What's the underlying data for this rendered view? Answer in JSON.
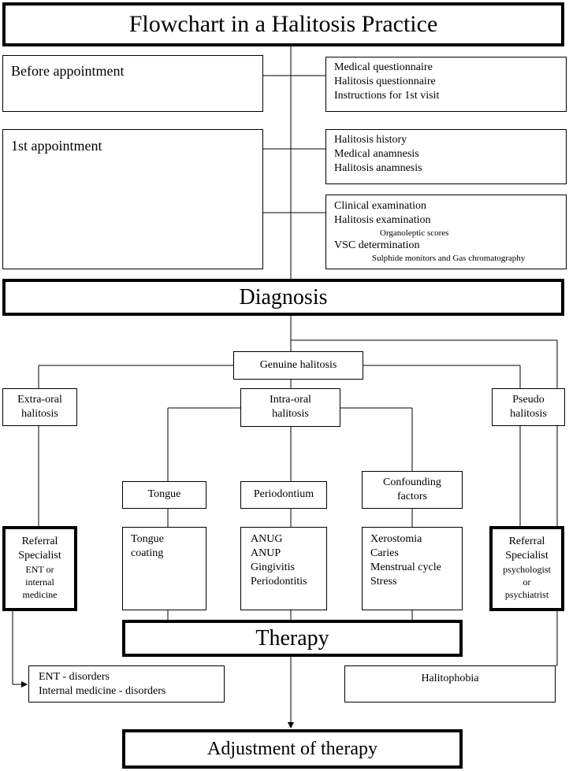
{
  "title": "Flowchart in a Halitosis Practice",
  "before": {
    "label": "Before appointment",
    "items": [
      "Medical questionnaire",
      "Halitosis questionnaire",
      "Instructions for 1st visit"
    ]
  },
  "first": {
    "label": "1st appointment",
    "history": [
      "Halitosis history",
      "Medical anamnesis",
      "Halitosis anamnesis"
    ],
    "exam": {
      "clinical": "Clinical examination",
      "halitosis": "Halitosis examination",
      "organoleptic": "Organoleptic scores",
      "vsc": "VSC determination",
      "monitors": "Sulphide monitors and Gas chromatography"
    }
  },
  "diagnosis": "Diagnosis",
  "genuine": "Genuine halitosis",
  "extra_oral": [
    "Extra-oral",
    "halitosis"
  ],
  "intra_oral": [
    "Intra-oral",
    "halitosis"
  ],
  "pseudo": [
    "Pseudo",
    "halitosis"
  ],
  "tongue": "Tongue",
  "periodontium": "Periodontium",
  "confounding": [
    "Confounding",
    "factors"
  ],
  "tongue_items": [
    "Tongue",
    "coating"
  ],
  "perio_items": [
    "ANUG",
    "ANUP",
    "Gingivitis",
    "Periodontitis"
  ],
  "confounding_items": [
    "Xerostomia",
    "Caries",
    "Menstrual cycle",
    "Stress"
  ],
  "referral_left": {
    "head": [
      "Referral",
      "Specialist"
    ],
    "detail": [
      "ENT or",
      "internal",
      "medicine"
    ]
  },
  "referral_right": {
    "head": [
      "Referral",
      "Specialist"
    ],
    "detail": [
      "psychologist",
      "or",
      "psychiatrist"
    ]
  },
  "therapy": "Therapy",
  "ent_box": [
    "ENT - disorders",
    "Internal medicine - disorders"
  ],
  "halitophobia": "Halitophobia",
  "adjustment": "Adjustment of therapy"
}
